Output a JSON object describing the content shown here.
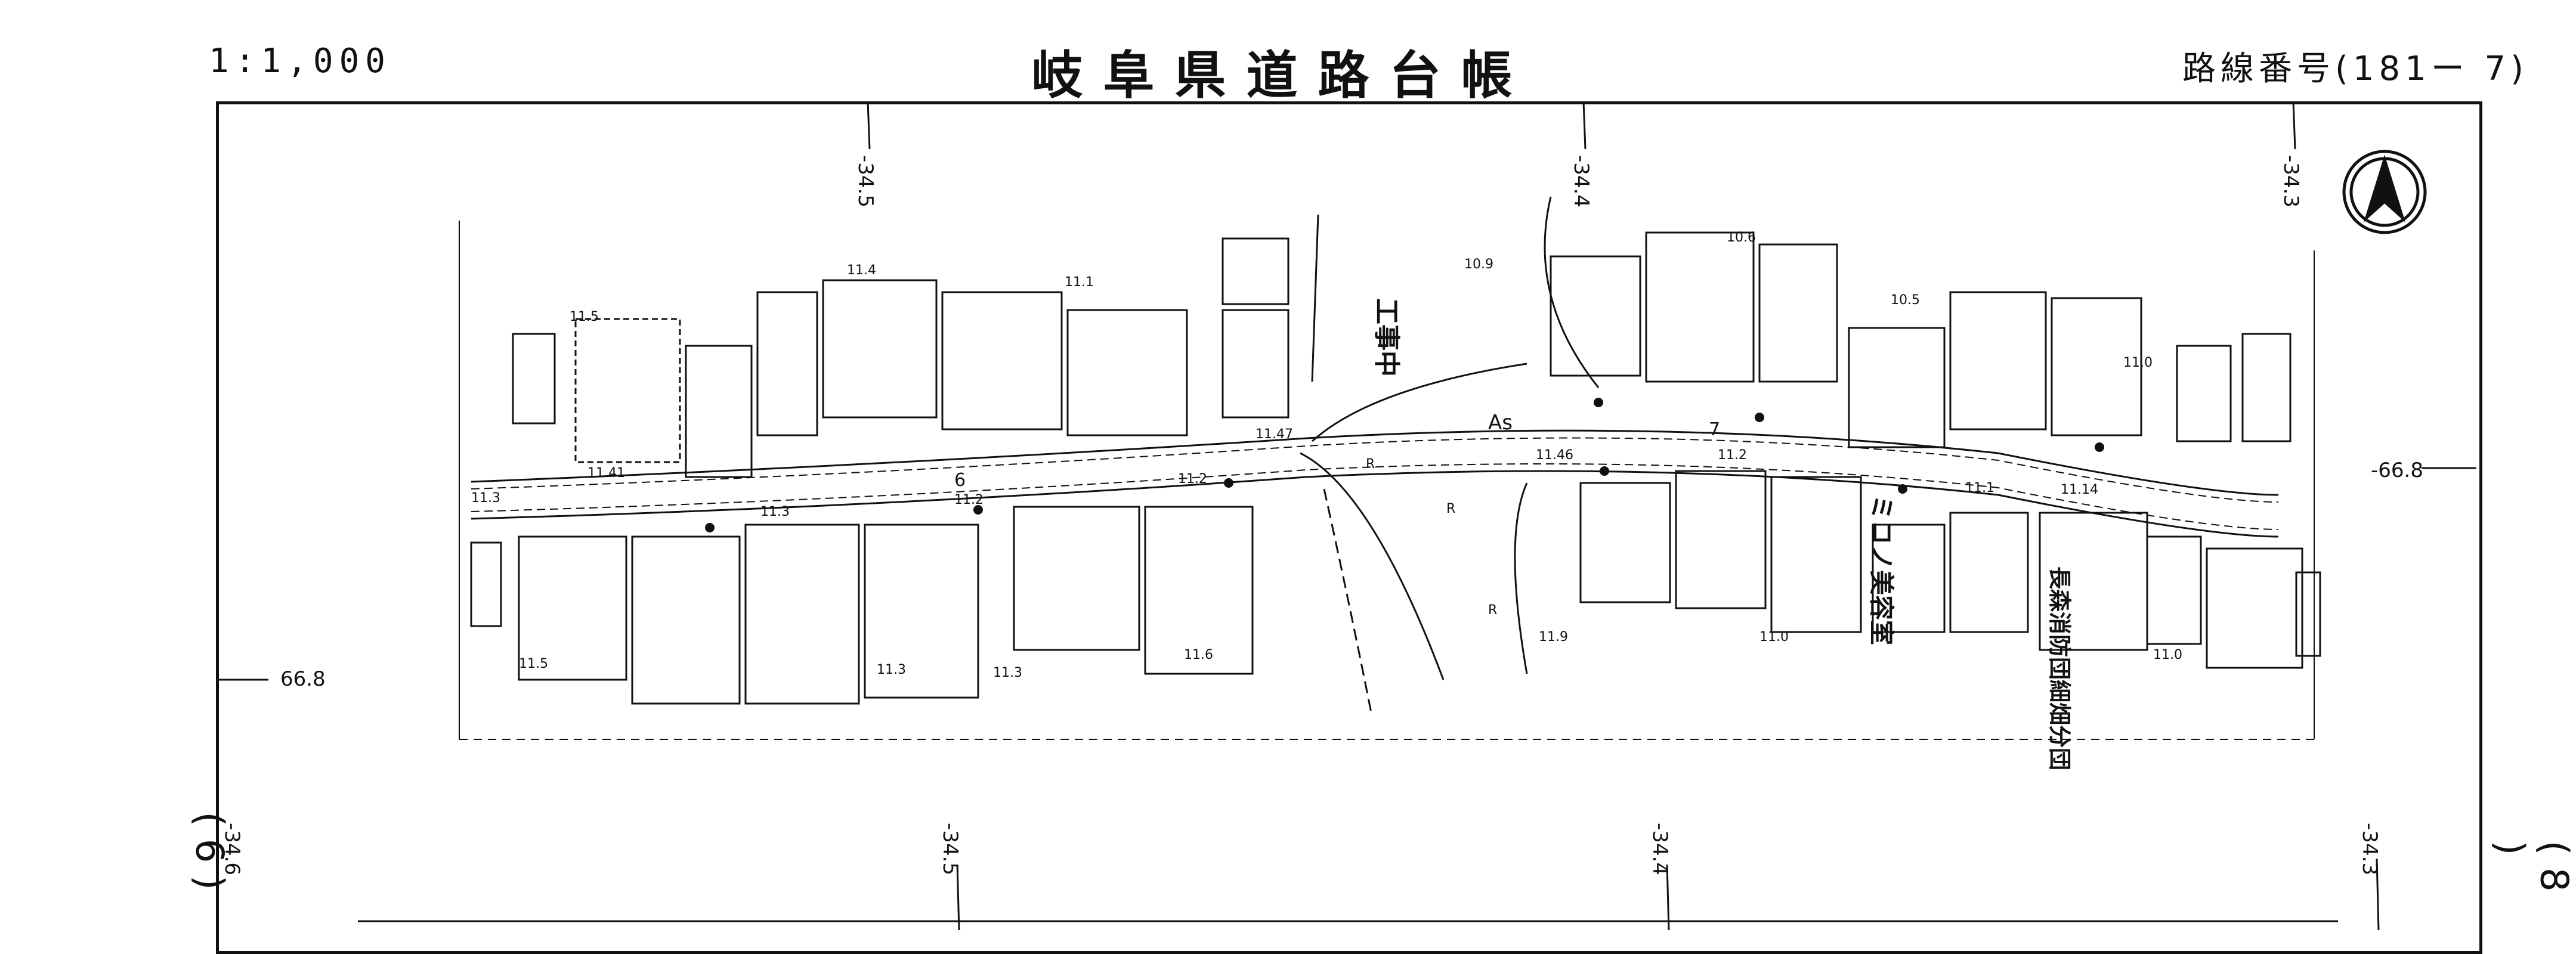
{
  "header": {
    "scale": "1:1,000",
    "title": "岐阜県道路台帳",
    "route": "路線番号(181ー 7)"
  },
  "grid_labels": {
    "top": [
      "-34.5",
      "-34.4",
      "-34.3"
    ],
    "bottom": [
      "-34.6",
      "-34.5",
      "-34.4",
      "-34.3"
    ],
    "right": "-66.8",
    "left": "66.8"
  },
  "map_labels": {
    "construction": "工事中",
    "pavement": "As",
    "salon": "ミコノ美容室",
    "fire_brigade": "長森消防団細畑分団",
    "road_marks": [
      "R",
      "R",
      "R",
      "6",
      "7"
    ]
  },
  "elevations": [
    "11.4",
    "11.1",
    "10.9",
    "10.6",
    "10.5",
    "11.0",
    "11.5",
    "11.41",
    "11.3",
    "11.3",
    "11.2",
    "11.2",
    "11.47",
    "11.46",
    "11.2",
    "11.1",
    "11.14",
    "11.5",
    "11.3",
    "11.3",
    "11.6",
    "11.9",
    "11.0",
    "11.0"
  ],
  "sheet_refs": {
    "left": "( 6 )",
    "right": "( 8 )"
  },
  "icons": {
    "north_arrow": "north-arrow-icon"
  }
}
